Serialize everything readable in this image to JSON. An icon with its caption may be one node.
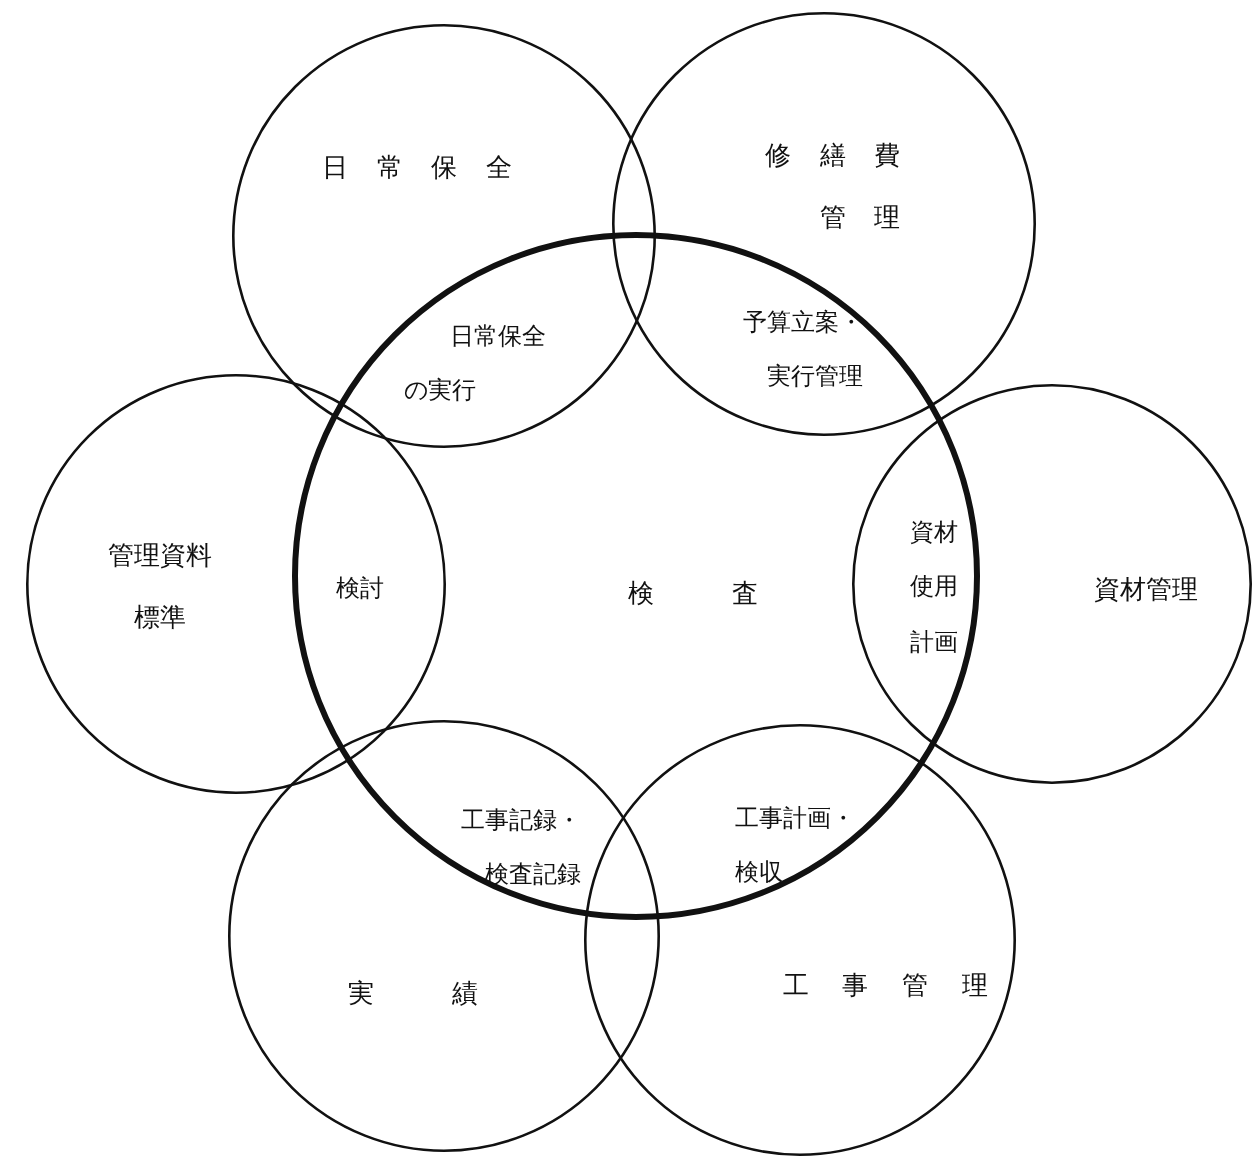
{
  "diagram": {
    "nodes": [
      {
        "text": [
          "検査"
        ]
      },
      {
        "text": [
          "日常保全"
        ]
      },
      {
        "text": [
          "修繕費管理"
        ]
      },
      {
        "text": [
          "管理資料標準"
        ]
      },
      {
        "text": [
          "資材管理"
        ]
      },
      {
        "text": [
          "実績"
        ]
      },
      {
        "text": [
          "工事管理"
        ]
      }
    ],
    "labels": [
      "日常保全の実行",
      "予算立案・実行管理",
      "検討",
      "資材使用計画",
      "工事記録・検査記録",
      "工事計画・検収"
    ]
  }
}
